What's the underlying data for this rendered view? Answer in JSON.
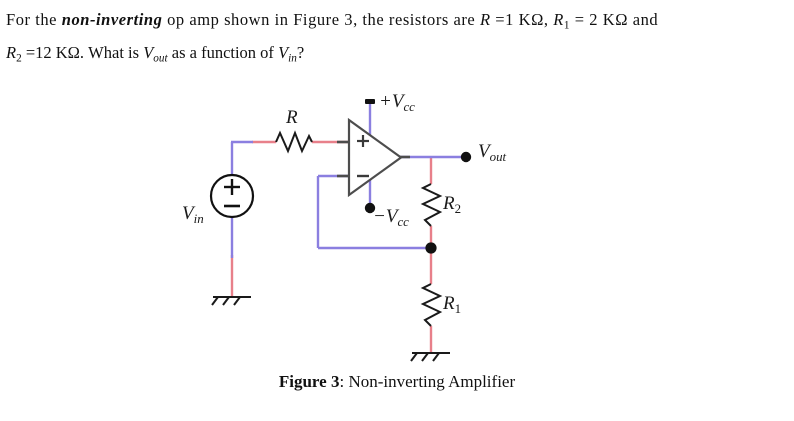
{
  "problem": {
    "line1_a": "For the ",
    "line1_bold_italic": "non-inverting",
    "line1_b": " op amp shown in Figure 3, the resistors are ",
    "line1_r": "R",
    "line1_r_eq": " =1 KΩ,  ",
    "line1_r1": "R",
    "line1_r1_sub": "1",
    "line1_r1_eq": " = 2 KΩ and",
    "line2_r2": "R",
    "line2_r2_sub": "2",
    "line2_r2_eq": " =12 KΩ. What is ",
    "line2_vout": "V",
    "line2_vout_sub": "out",
    "line2_mid": " as a function of ",
    "line2_vin": "V",
    "line2_vin_sub": "in",
    "line2_end": "?"
  },
  "circuit": {
    "label_R": "R",
    "label_R2_main": "R",
    "label_R2_sub": "2",
    "label_R1_main": "R",
    "label_R1_sub": "1",
    "label_vin_main": "V",
    "label_vin_sub": "in",
    "label_vout_main": "V",
    "label_vout_sub": "out",
    "label_pos_vcc_sign": "+",
    "label_pos_vcc_main": "V",
    "label_pos_vcc_sub": "cc",
    "label_neg_vcc_sign": "−",
    "label_neg_vcc_main": "V",
    "label_neg_vcc_sub": "cc",
    "opamp_plus": "+",
    "opamp_minus": "−",
    "source_plus": "+",
    "source_minus": "−",
    "colors": {
      "wire_red": "#e8808a",
      "wire_purple": "#8b7fe0",
      "outline": "#4d4d4d",
      "node_dot": "#111111",
      "ground": "#1a1a1a"
    }
  },
  "caption": {
    "bold_part": "Figure 3",
    "rest": ": Non-inverting Amplifier"
  }
}
